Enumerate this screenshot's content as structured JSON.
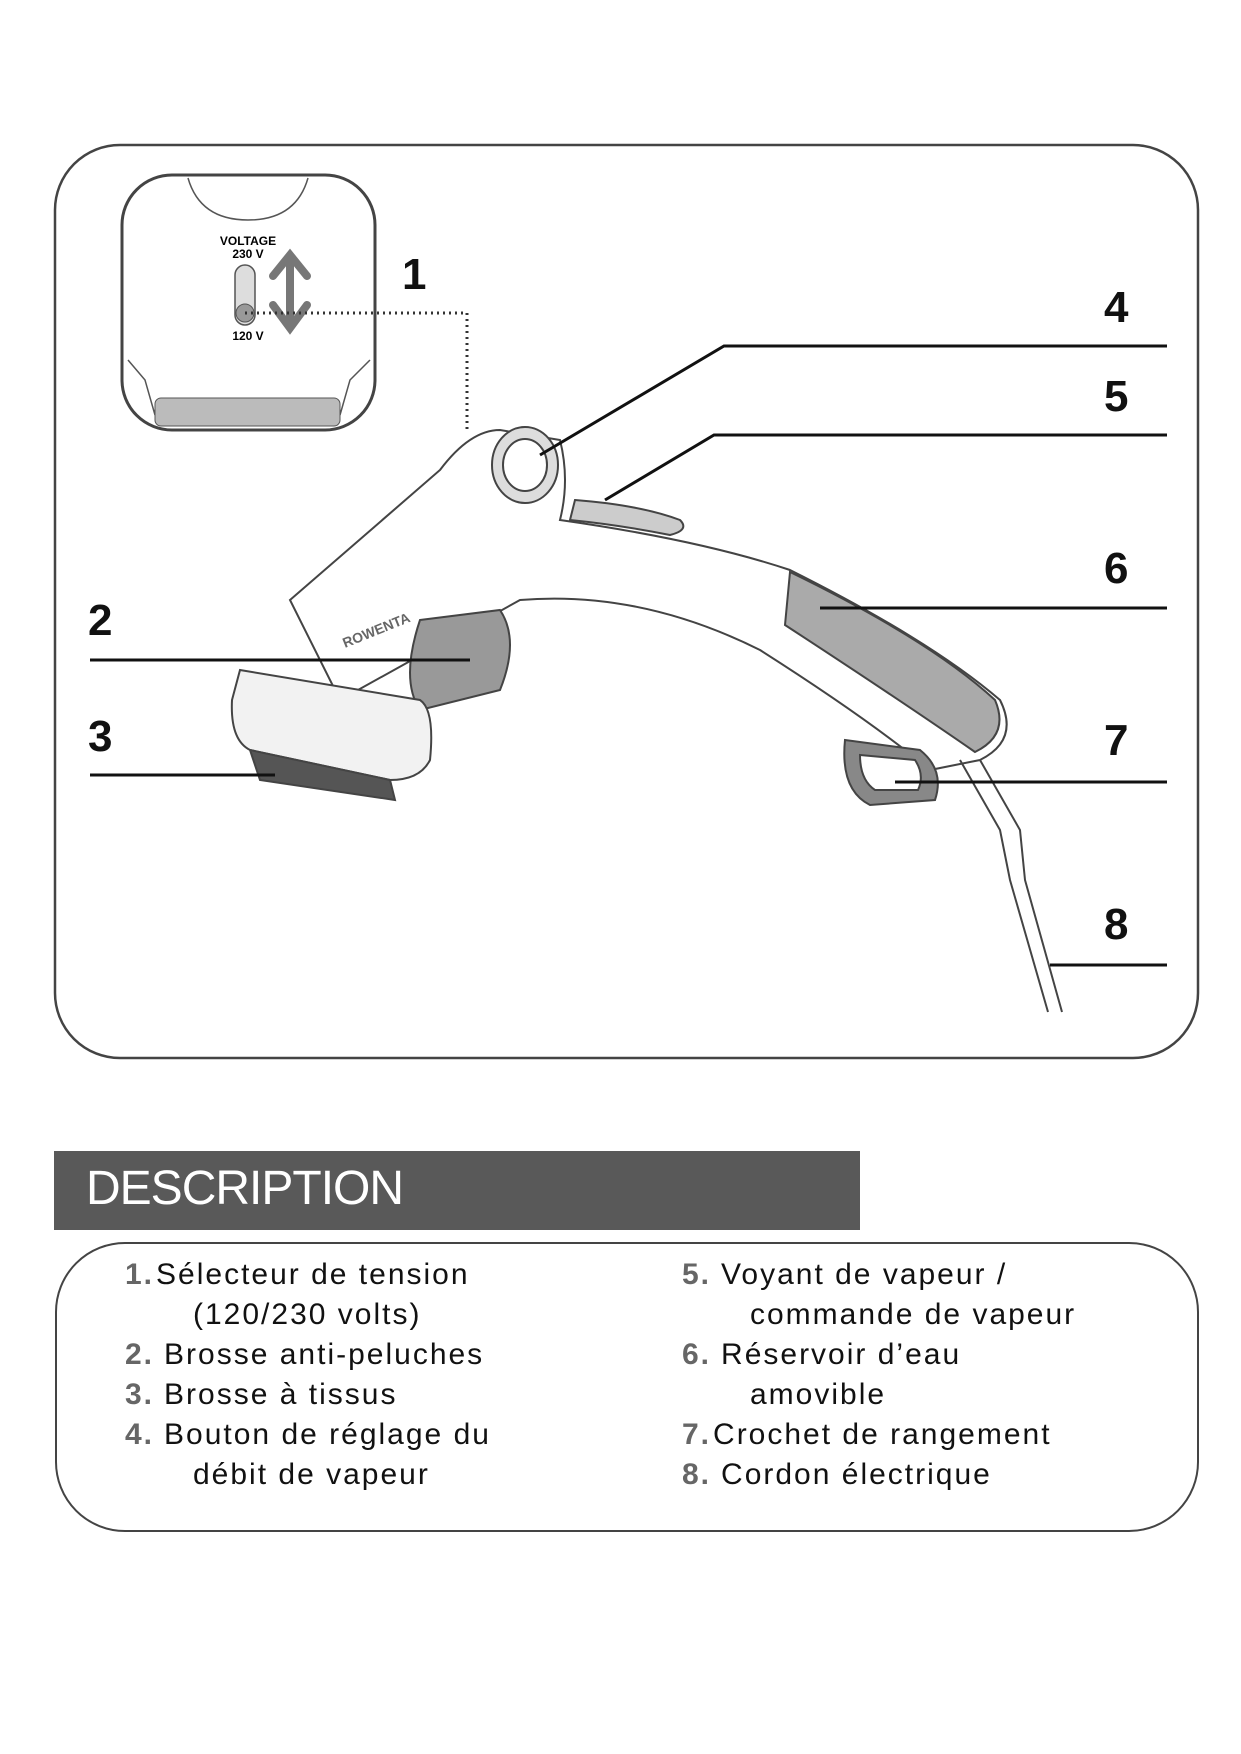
{
  "diagram": {
    "inset": {
      "voltage_label": "VOLTAGE",
      "high": "230 V",
      "low": "120 V"
    },
    "brand": "ROWENTA",
    "callouts": [
      "1",
      "2",
      "3",
      "4",
      "5",
      "6",
      "7",
      "8"
    ]
  },
  "description": {
    "title": "DESCRIPTION",
    "items": [
      {
        "num": "1.",
        "lines": [
          "Sélecteur de tension",
          "(120/230 volts)"
        ]
      },
      {
        "num": "2.",
        "lines": [
          "Brosse anti-peluches"
        ]
      },
      {
        "num": "3.",
        "lines": [
          "Brosse à tissus"
        ]
      },
      {
        "num": "4.",
        "lines": [
          "Bouton de réglage du",
          "débit de vapeur"
        ]
      },
      {
        "num": "5.",
        "lines": [
          "Voyant de vapeur /",
          "commande de vapeur"
        ]
      },
      {
        "num": "6.",
        "lines": [
          "Réservoir d’eau",
          "amovible"
        ]
      },
      {
        "num": "7.",
        "lines": [
          "Crochet de rangement"
        ]
      },
      {
        "num": "8.",
        "lines": [
          "Cordon électrique"
        ]
      }
    ]
  }
}
